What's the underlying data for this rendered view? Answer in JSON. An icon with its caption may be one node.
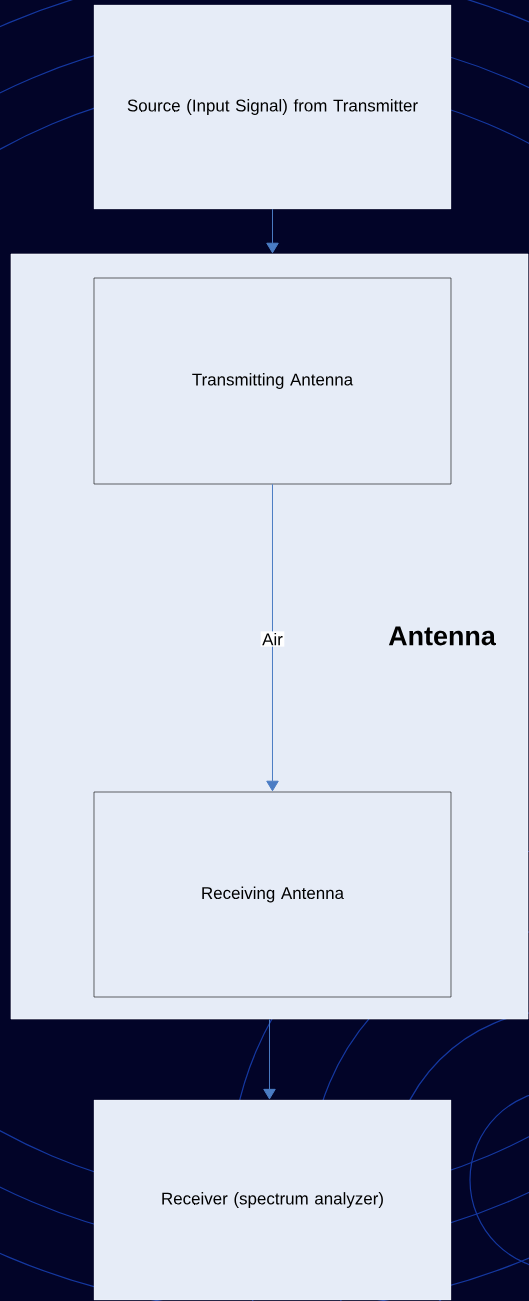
{
  "diagram": {
    "nodes": [
      {
        "text": [
          "Source (Input Signal) from Transmitter"
        ]
      },
      {
        "text": [
          "Antenna"
        ]
      },
      {
        "text": [
          "Transmitting Antenna"
        ],
        "in": 1
      },
      {
        "text": [
          "Receiving Antenna"
        ],
        "in": 1
      },
      {
        "text": [
          "Receiver (spectrum analyzer)"
        ]
      }
    ],
    "edges": [
      {
        "from": 0,
        "to": 1,
        "arrow": "to"
      },
      {
        "from": 2,
        "to": 3,
        "arrow": "to",
        "label": "Air"
      },
      {
        "from": 1,
        "to": 4,
        "arrow": "to"
      }
    ]
  }
}
